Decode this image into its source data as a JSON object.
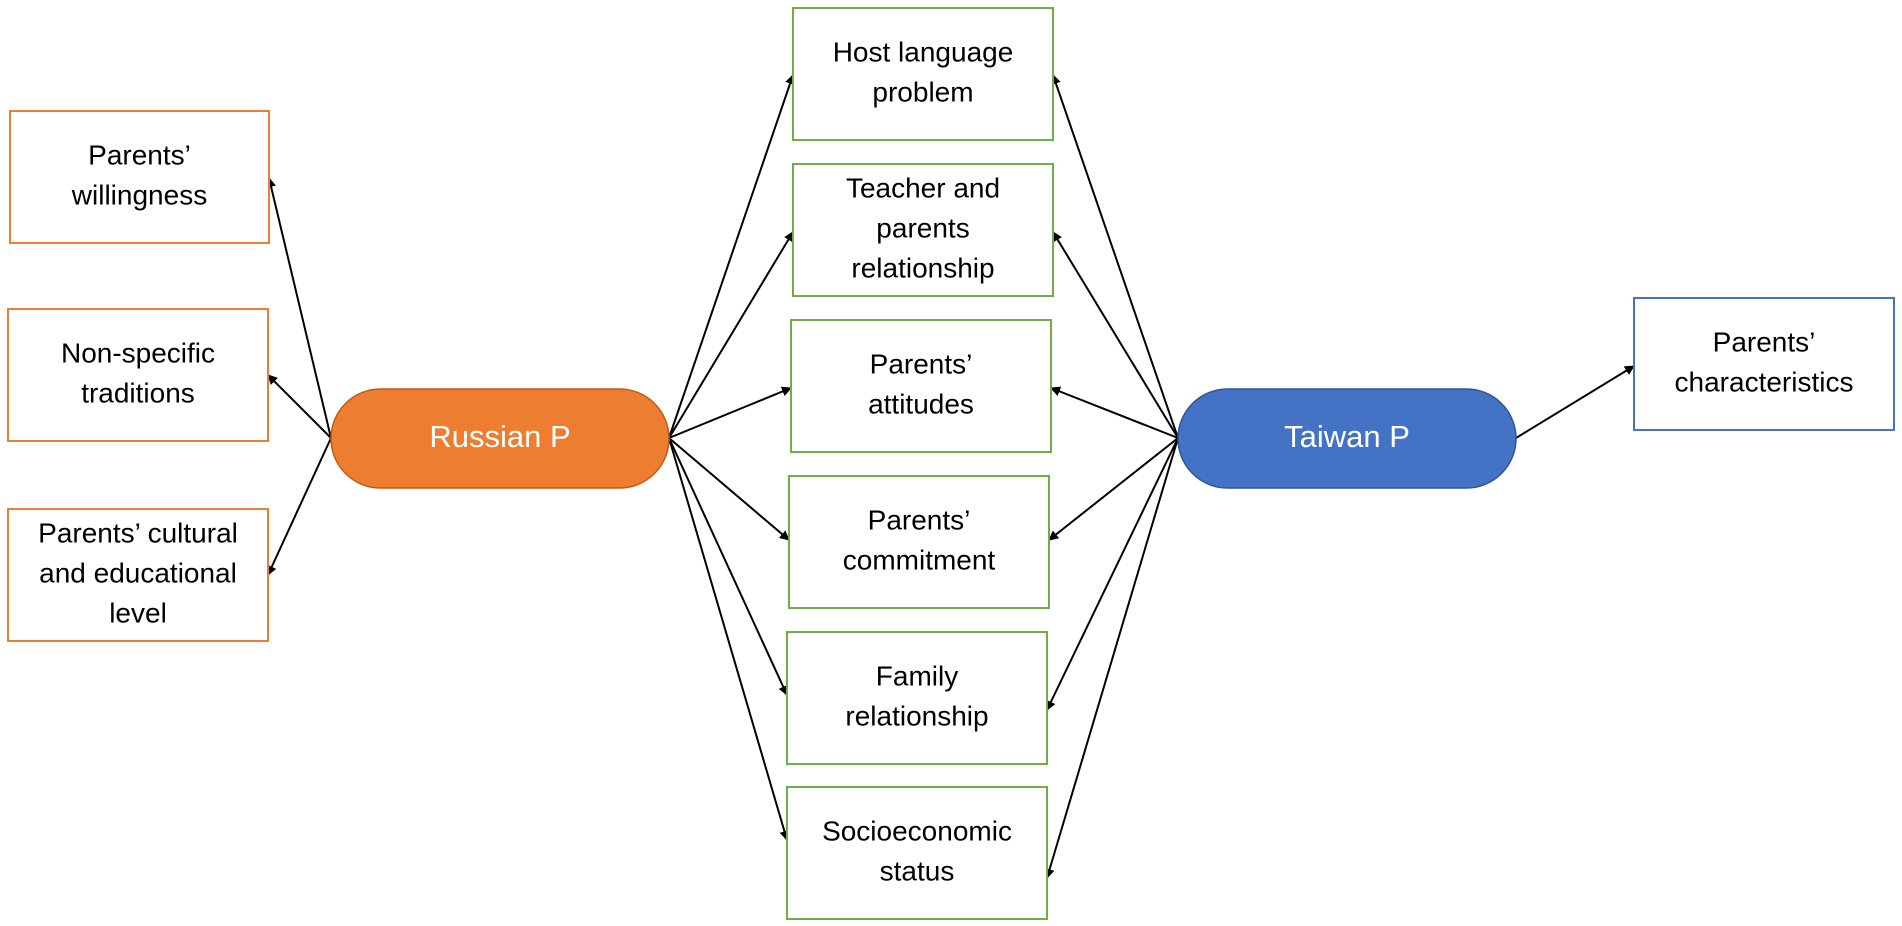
{
  "colors": {
    "russian": "#ED7D31",
    "taiwan": "#4472C4",
    "shared": "#70AD47",
    "arrow": "#000000"
  },
  "nodes": {
    "russian_p": "Russian P",
    "taiwan_p": "Taiwan P"
  },
  "russian_factors": [
    [
      "Parents’",
      "willingness"
    ],
    [
      "Non-specific",
      "traditions"
    ],
    [
      "Parents’ cultural",
      "and educational",
      "level"
    ]
  ],
  "shared_factors": [
    [
      "Host language",
      "problem"
    ],
    [
      "Teacher and",
      "parents",
      "relationship"
    ],
    [
      "Parents’",
      "attitudes"
    ],
    [
      "Parents’",
      "commitment"
    ],
    [
      "Family",
      "relationship"
    ],
    [
      "Socioeconomic",
      "status"
    ]
  ],
  "taiwan_factors": [
    [
      "Parents’",
      "characteristics"
    ]
  ]
}
